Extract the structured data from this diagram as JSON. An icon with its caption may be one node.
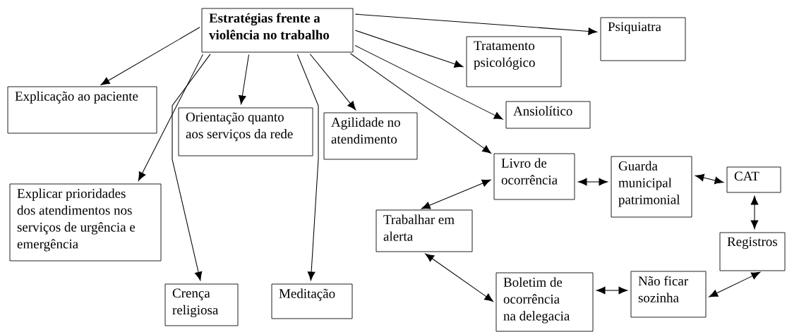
{
  "diagram": {
    "nodes": [
      {
        "text": [
          "Estratégias frente a violência no trabalho"
        ]
      },
      {
        "text": [
          "Psiquiatra"
        ]
      },
      {
        "text": [
          "Tratamento psicológico"
        ]
      },
      {
        "text": [
          "Explicação ao paciente"
        ]
      },
      {
        "text": [
          "Orientação quanto aos serviços da rede"
        ]
      },
      {
        "text": [
          "Agilidade no atendimento"
        ]
      },
      {
        "text": [
          "Ansiolítico"
        ]
      },
      {
        "text": [
          "Livro de ocorrência"
        ]
      },
      {
        "text": [
          "Guarda municipal patrimonial"
        ]
      },
      {
        "text": [
          "CAT"
        ]
      },
      {
        "text": [
          "Explicar prioridades dos atendimentos nos serviços de urgência e emergência"
        ]
      },
      {
        "text": [
          "Trabalhar em alerta"
        ]
      },
      {
        "text": [
          "Registros"
        ]
      },
      {
        "text": [
          "Crença religiosa"
        ]
      },
      {
        "text": [
          "Meditação"
        ]
      },
      {
        "text": [
          "Boletim de ocorrência na delegacia"
        ]
      },
      {
        "text": [
          "Não ficar sozinha"
        ]
      }
    ],
    "edges": [
      {
        "from": 0,
        "to": 1,
        "arrow": "to"
      },
      {
        "from": 0,
        "to": 2,
        "arrow": "to"
      },
      {
        "from": 0,
        "to": 6,
        "arrow": "to"
      },
      {
        "from": 0,
        "to": 7,
        "arrow": "to"
      },
      {
        "from": 0,
        "to": 5,
        "arrow": "to"
      },
      {
        "from": 0,
        "to": 4,
        "arrow": "to"
      },
      {
        "from": 0,
        "to": 3,
        "arrow": "to"
      },
      {
        "from": 0,
        "to": 10,
        "arrow": "to"
      },
      {
        "from": 0,
        "to": 13,
        "arrow": "to"
      },
      {
        "from": 0,
        "to": 14,
        "arrow": "to"
      },
      {
        "from": 11,
        "to": 7,
        "arrow": "both"
      },
      {
        "from": 7,
        "to": 8,
        "arrow": "both"
      },
      {
        "from": 8,
        "to": 9,
        "arrow": "both"
      },
      {
        "from": 9,
        "to": 12,
        "arrow": "both"
      },
      {
        "from": 12,
        "to": 16,
        "arrow": "both"
      },
      {
        "from": 16,
        "to": 15,
        "arrow": "both"
      },
      {
        "from": 15,
        "to": 11,
        "arrow": "both"
      }
    ]
  }
}
